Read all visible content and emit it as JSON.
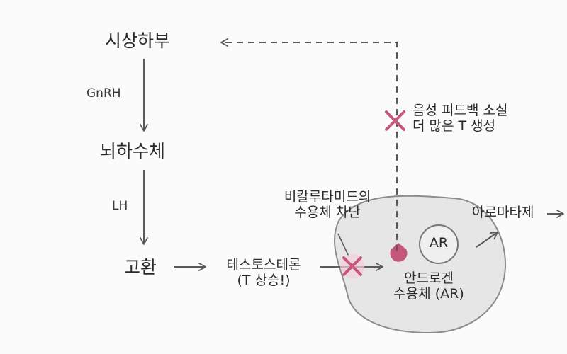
{
  "nodes": {
    "hypothalamus": "시상하부",
    "pituitary": "뇌하수체",
    "testis": "고환",
    "testosterone_line1": "테스토스테론",
    "testosterone_line2": "(T 상승!)",
    "receptor_line1": "안드로겐",
    "receptor_line2": "수용체 (AR)",
    "ar_badge": "AR",
    "aromatase": "아로마타제"
  },
  "hormones": {
    "gnrh": "GnRH",
    "lh": "LH"
  },
  "annotations": {
    "feedback_line1": "음성 피드백 소실",
    "feedback_line2": "더 많은 T 생성",
    "block_line1": "비칼루타미드의",
    "block_line2": "수용체 차단"
  },
  "colors": {
    "line": "#5a5a5a",
    "block_mark": "#c4577a",
    "block_glow": "#f5cdda",
    "cell_fill": "#e6e6e6",
    "cell_stroke": "#8c8c8c",
    "receptor": "#c4577a"
  }
}
